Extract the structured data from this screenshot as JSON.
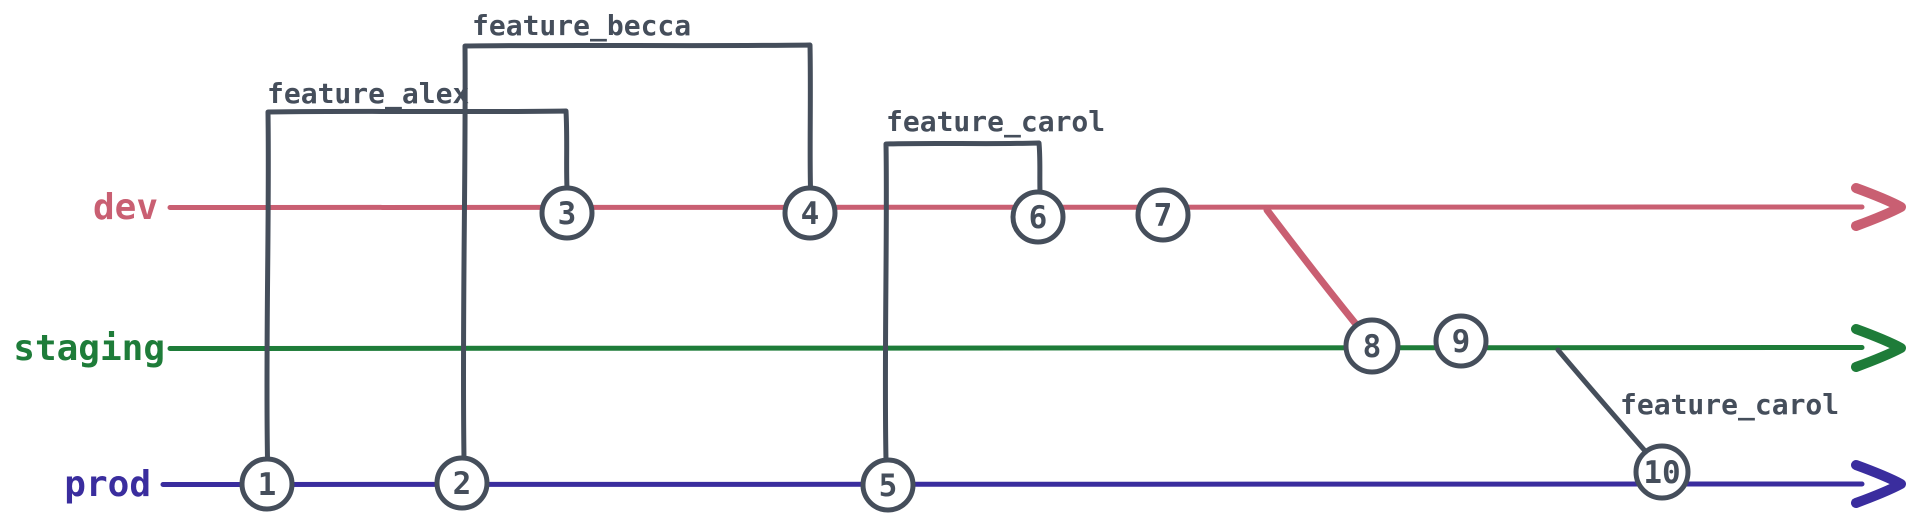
{
  "colors": {
    "background": "#ffffff",
    "wire": "#454e5b",
    "dev": "#c95f72",
    "staging": "#1e7c39",
    "prod": "#3a2d9e"
  },
  "branches": [
    {
      "label": "dev",
      "color": "#c95f72"
    },
    {
      "label": "staging",
      "color": "#1e7c39"
    },
    {
      "label": "prod",
      "color": "#3a2d9e"
    }
  ],
  "feature_branches": [
    {
      "label": "feature_alex",
      "from_commit": "1",
      "to_commit": "3"
    },
    {
      "label": "feature_becca",
      "from_commit": "2",
      "to_commit": "4"
    },
    {
      "label": "feature_carol",
      "from_commit": "5",
      "to_commit": "6"
    },
    {
      "label": "feature_carol",
      "from_commit": "9",
      "to_commit": "10"
    }
  ],
  "merge_edges": [
    {
      "from_branch": "dev",
      "to_commit": "8"
    }
  ],
  "commits": [
    {
      "label": "1",
      "branch": "prod"
    },
    {
      "label": "2",
      "branch": "prod"
    },
    {
      "label": "3",
      "branch": "dev"
    },
    {
      "label": "4",
      "branch": "dev"
    },
    {
      "label": "5",
      "branch": "prod"
    },
    {
      "label": "6",
      "branch": "dev"
    },
    {
      "label": "7",
      "branch": "dev"
    },
    {
      "label": "8",
      "branch": "staging"
    },
    {
      "label": "9",
      "branch": "staging"
    },
    {
      "label": "10",
      "branch": "prod"
    }
  ]
}
